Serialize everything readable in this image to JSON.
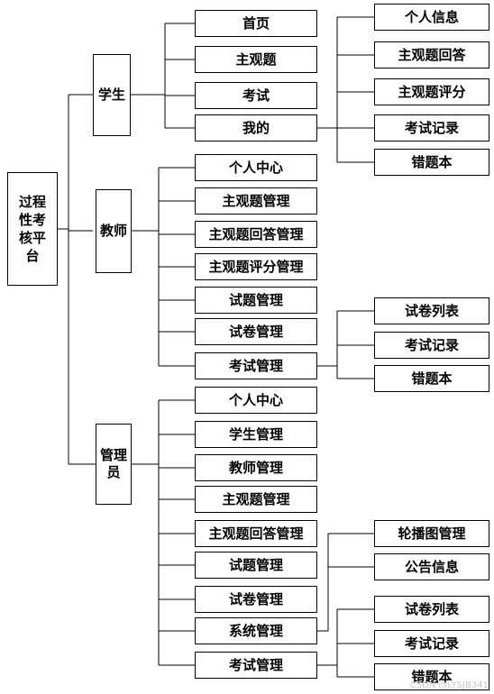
{
  "root": "过程性考核平台",
  "roles": [
    {
      "id": "student",
      "label": "学生",
      "children": [
        {
          "label": "首页"
        },
        {
          "label": "主观题"
        },
        {
          "label": "考试"
        },
        {
          "label": "我的",
          "children": [
            {
              "label": "个人信息"
            },
            {
              "label": "主观题回答"
            },
            {
              "label": "主观题评分"
            },
            {
              "label": "考试记录"
            },
            {
              "label": "错题本"
            }
          ]
        }
      ]
    },
    {
      "id": "teacher",
      "label": "教师",
      "children": [
        {
          "label": "个人中心"
        },
        {
          "label": "主观题管理"
        },
        {
          "label": "主观题回答管理"
        },
        {
          "label": "主观题评分管理"
        },
        {
          "label": "试题管理"
        },
        {
          "label": "试卷管理"
        },
        {
          "label": "考试管理",
          "children": [
            {
              "label": "试卷列表"
            },
            {
              "label": "考试记录"
            },
            {
              "label": "错题本"
            }
          ]
        }
      ]
    },
    {
      "id": "admin",
      "label": "管理员",
      "children": [
        {
          "label": "个人中心"
        },
        {
          "label": "学生管理"
        },
        {
          "label": "教师管理"
        },
        {
          "label": "主观题管理"
        },
        {
          "label": "主观题回答管理"
        },
        {
          "label": "试题管理"
        },
        {
          "label": "试卷管理"
        },
        {
          "label": "系统管理",
          "children": [
            {
              "label": "轮播图管理"
            },
            {
              "label": "公告信息"
            }
          ]
        },
        {
          "label": "考试管理",
          "children": [
            {
              "label": "试卷列表"
            },
            {
              "label": "考试记录"
            },
            {
              "label": "错题本"
            }
          ]
        }
      ]
    }
  ],
  "watermark": "CSDN @LYSJB341"
}
